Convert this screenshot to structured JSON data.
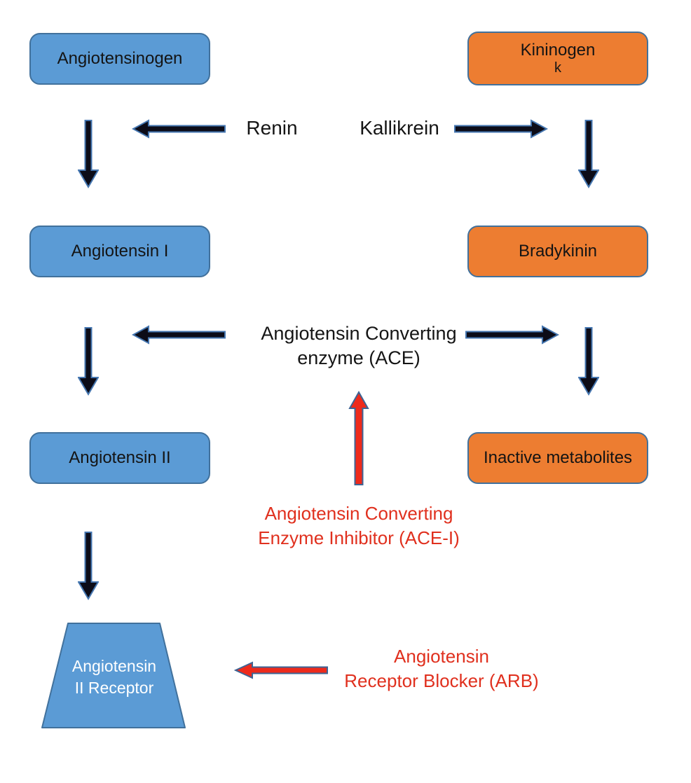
{
  "colors": {
    "blue_box_fill": "#5B9BD5",
    "orange_box_fill": "#ED7D31",
    "box_border": "#41719C",
    "arrow_fill": "#0C0C18",
    "arrow_outline": "#4576B0",
    "red_arrow_fill": "#EE2A1B",
    "red_text": "#E0301E",
    "receptor_text": "#FFFFFF"
  },
  "nodes": {
    "angiotensinogen": {
      "label": "Angiotensinogen"
    },
    "kininogen": {
      "label": "Kininogen",
      "sub": "k"
    },
    "angiotensin_i": {
      "label": "Angiotensin I"
    },
    "bradykinin": {
      "label": "Bradykinin"
    },
    "angiotensin_ii": {
      "label": "Angiotensin II"
    },
    "inactive_metabolites": {
      "label": "Inactive metabolites"
    },
    "angiotensin_ii_receptor": {
      "line1": "Angiotensin",
      "line2": "II Receptor"
    }
  },
  "enzymes": {
    "renin": "Renin",
    "kallikrein": "Kallikrein",
    "ace": {
      "line1": "Angiotensin Converting",
      "line2": "enzyme (ACE)"
    }
  },
  "inhibitors": {
    "acei": {
      "line1": "Angiotensin Converting",
      "line2": "Enzyme Inhibitor (ACE-I)"
    },
    "arb": {
      "line1": "Angiotensin",
      "line2": "Receptor Blocker (ARB)"
    }
  }
}
